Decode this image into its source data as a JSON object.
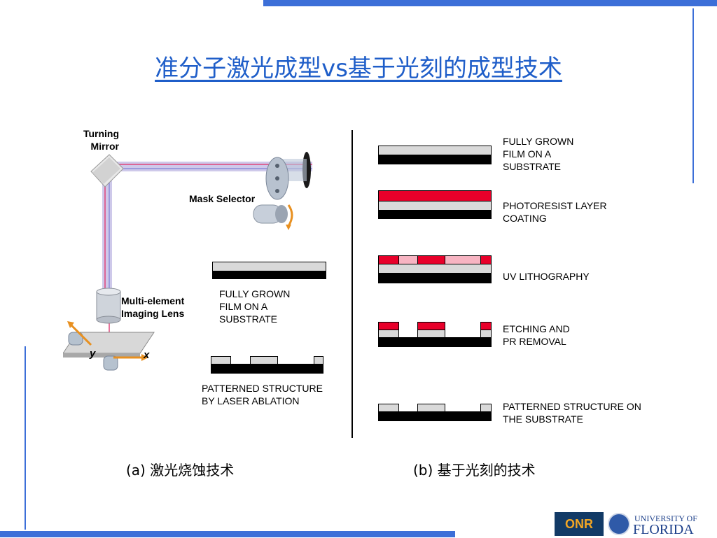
{
  "theme": {
    "accent": "#3c6fd8",
    "title_color": "#1f5ec9",
    "resist_red": "#e8002a"
  },
  "title": "准分子激光成型vs基于光刻的成型技术",
  "left_panel": {
    "turning_mirror": "Turning\nMirror",
    "mask_selector": "Mask Selector",
    "lens": "Multi-element\nImaging Lens",
    "axis_y": "y",
    "axis_x": "x",
    "film_label": "FULLY GROWN\nFILM ON A\nSUBSTRATE",
    "ablation_label": "PATTERNED STRUCTURE\nBY LASER ABLATION"
  },
  "right_panel": {
    "steps": [
      "FULLY GROWN\nFILM ON A\nSUBSTRATE",
      " PHOTORESIST LAYER\nCOATING",
      "UV LITHOGRAPHY",
      "ETCHING AND\nPR REMOVAL",
      "PATTERNED STRUCTURE ON\nTHE SUBSTRATE"
    ]
  },
  "captions": {
    "a": "(a) 激光烧蚀技术",
    "b": "(b) 基于光刻的技术"
  },
  "logos": {
    "onr": "ONR",
    "uf_line1": "UNIVERSITY OF",
    "uf_line2": "FLORIDA"
  }
}
